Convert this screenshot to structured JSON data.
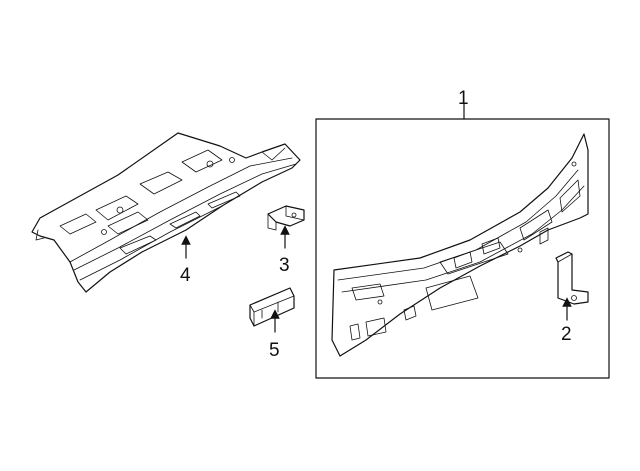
{
  "callouts": {
    "part1": "1",
    "part2": "2",
    "part3": "3",
    "part4": "4",
    "part5": "5"
  },
  "colors": {
    "line": "#111111",
    "background": "#ffffff"
  }
}
